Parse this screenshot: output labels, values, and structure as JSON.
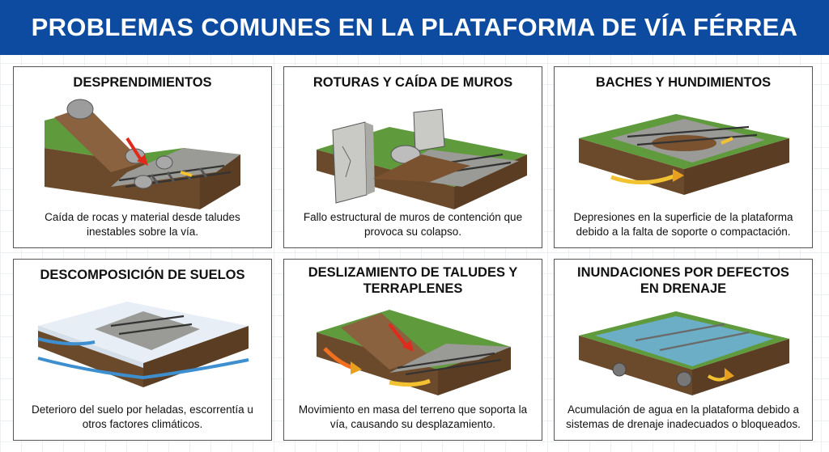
{
  "header": {
    "title": "PROBLEMAS COMUNES EN LA PLATAFORMA DE VÍA FÉRREA"
  },
  "cards": [
    {
      "title": "DESPRENDIMIENTOS",
      "description": "Caída de rocas y material desde taludes inestables sobre la vía."
    },
    {
      "title": "ROTURAS Y CAÍDA DE MUROS",
      "description": "Fallo estructural de muros de contención que provoca su colapso."
    },
    {
      "title": "BACHES Y HUNDIMIENTOS",
      "description": "Depresiones en la superficie de la plataforma debido a la falta de soporte o compactación."
    },
    {
      "title": "DESCOMPOSICIÓN DE SUELOS",
      "description": "Deterioro del suelo por heladas, escorrentía u otros factores climáticos."
    },
    {
      "title": "DESLIZAMIENTO DE TALUDES Y TERRAPLENES",
      "description": "Movimiento en masa del terreno que soporta la vía, causando su desplazamiento."
    },
    {
      "title": "INUNDACIONES POR DEFECTOS EN DRENAJE",
      "description": "Acumulación de agua en la plataforma debido a sistemas de drenaje inadecuados o bloqueados."
    }
  ],
  "colors": {
    "header_bg": "#0d4ba0",
    "grass": "#5f9a3c",
    "soil": "#7a5230",
    "gravel": "#9a9a96",
    "water": "#6fb1dd",
    "arrow_red": "#e02a1c",
    "arrow_yellow": "#f2c230"
  }
}
